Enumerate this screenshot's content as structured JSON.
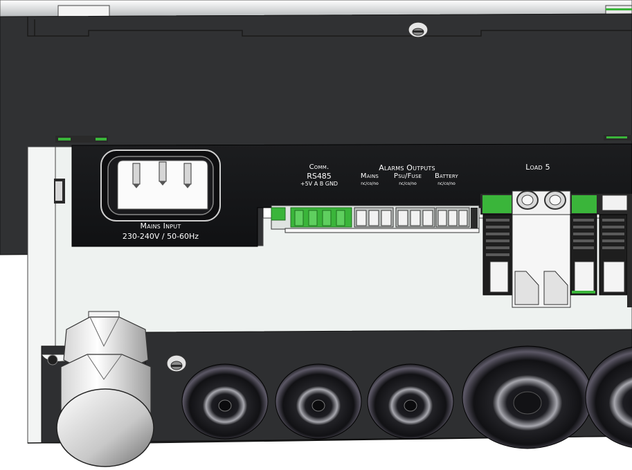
{
  "labels": {
    "mains_input_title": "Mains Input",
    "mains_input_spec": "230-240V / 50-60Hz",
    "comm_title": "Comm.",
    "comm_bus": "RS485",
    "comm_pins": "+5V A B GND",
    "alarms_title": "Alarms Outputs",
    "alarm_mains": "Mains",
    "alarm_psu": "Psu/Fuse",
    "alarm_battery": "Battery",
    "contact_type": "nc/co/no",
    "load_title": "Load 5"
  },
  "colors": {
    "housing_dark": "#303133",
    "panel_black": "#111214",
    "terminal_green": "#3ab53a",
    "light_body": "#eef2f0"
  },
  "icons": [
    "mains-inlet-icon",
    "screw-icon",
    "grommet-icon",
    "cable-gland-icon",
    "terminal-block-icon"
  ]
}
